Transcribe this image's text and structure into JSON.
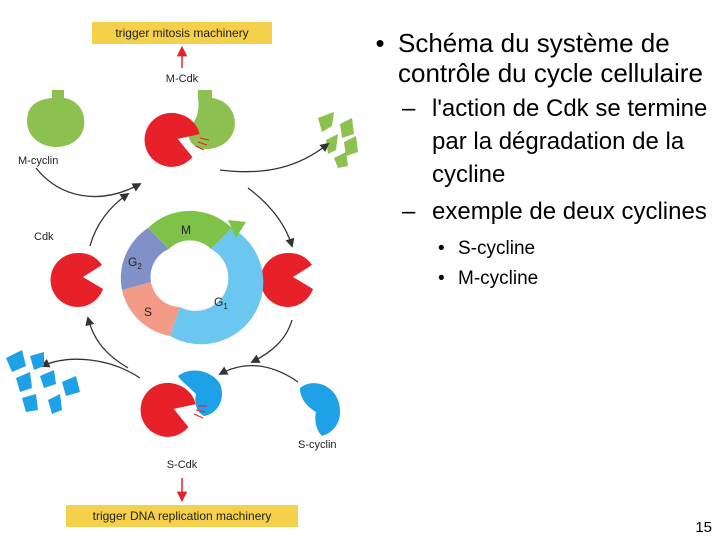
{
  "diagram": {
    "top_trigger": "trigger mitosis machinery",
    "bottom_trigger": "trigger DNA replication machinery",
    "labels": {
      "m_cdk": "M-Cdk",
      "m_cyclin": "M-cyclin",
      "cdk": "Cdk",
      "s_cdk": "S-Cdk",
      "s_cyclin": "S-cyclin"
    },
    "phases": {
      "m": "M",
      "g2_main": "G",
      "g2_sub": "2",
      "s": "S",
      "g1_main": "G",
      "g1_sub": "1"
    },
    "colors": {
      "cdk": "#e8202a",
      "m_cyclin": "#8cc152",
      "s_cyclin": "#1ea1e6",
      "trigger_box": "#f5d04a",
      "phase_m": "#7ec24a",
      "phase_g1": "#6cc7f0",
      "phase_s": "#f39b86",
      "phase_g2": "#8091c8"
    }
  },
  "slide": {
    "title": "Schéma du système de contrôle du cycle cellulaire",
    "sub_items": [
      "l'action de Cdk se termine par la dégradation de la cycline",
      "exemple de deux cyclines"
    ],
    "sub_sub_items": [
      "S-cycline",
      "M-cycline"
    ],
    "page_number": "15"
  }
}
